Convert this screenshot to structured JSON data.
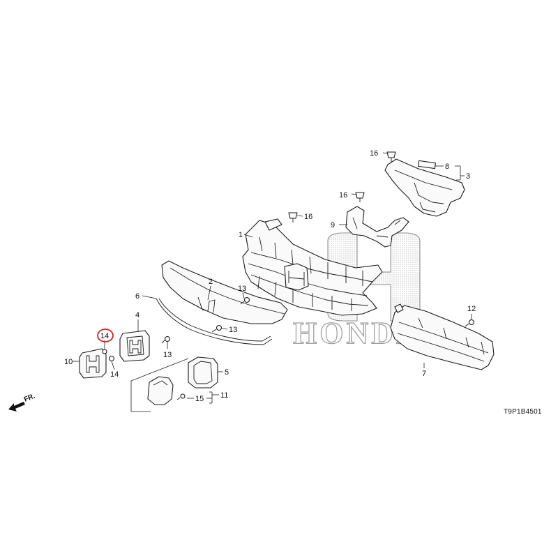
{
  "diagram": {
    "drawing_code": "T9P1B4501",
    "watermark": "HONDA",
    "front_indicator": "FR.",
    "highlight_color": "#d62020",
    "highlighted_callout": "14",
    "callouts": [
      {
        "id": "c1",
        "label": "1"
      },
      {
        "id": "c2",
        "label": "2"
      },
      {
        "id": "c3",
        "label": "3"
      },
      {
        "id": "c4",
        "label": "4"
      },
      {
        "id": "c5",
        "label": "5"
      },
      {
        "id": "c6",
        "label": "6"
      },
      {
        "id": "c7",
        "label": "7"
      },
      {
        "id": "c8",
        "label": "8"
      },
      {
        "id": "c9",
        "label": "9"
      },
      {
        "id": "c10",
        "label": "10"
      },
      {
        "id": "c11",
        "label": "11"
      },
      {
        "id": "c12",
        "label": "12"
      },
      {
        "id": "c13a",
        "label": "13"
      },
      {
        "id": "c13b",
        "label": "13"
      },
      {
        "id": "c13c",
        "label": "13"
      },
      {
        "id": "c14a",
        "label": "14"
      },
      {
        "id": "c14b",
        "label": "14"
      },
      {
        "id": "c15",
        "label": "15"
      },
      {
        "id": "c16a",
        "label": "16"
      },
      {
        "id": "c16b",
        "label": "16"
      },
      {
        "id": "c16c",
        "label": "16"
      }
    ]
  }
}
